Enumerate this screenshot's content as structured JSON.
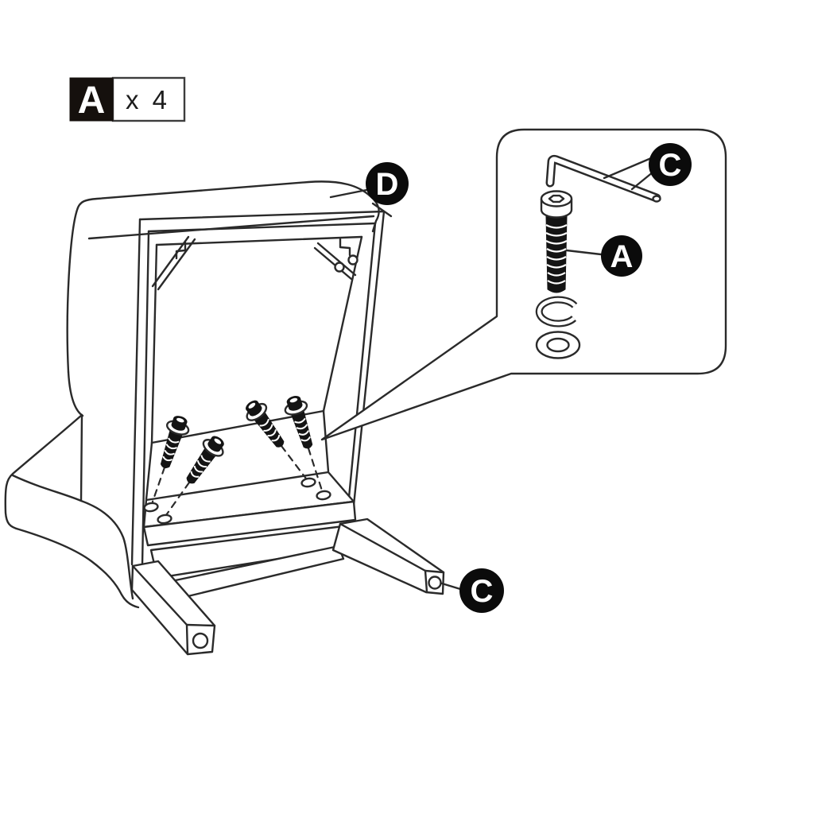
{
  "quantity_box": {
    "part_letter": "A",
    "count_label": "x 4"
  },
  "labels": {
    "seat": "D",
    "tool": "C",
    "bolt": "A",
    "leg": "C"
  },
  "hardware": {
    "bolt_count": 4,
    "callout_parts": [
      "allen-key",
      "socket-bolt",
      "spring-washer",
      "flat-washer"
    ]
  },
  "colors": {
    "line": "#2a2a2a",
    "badge_bg": "#0b0b0b",
    "badge_fg": "#ffffff",
    "hardware_fill": "#141414"
  }
}
